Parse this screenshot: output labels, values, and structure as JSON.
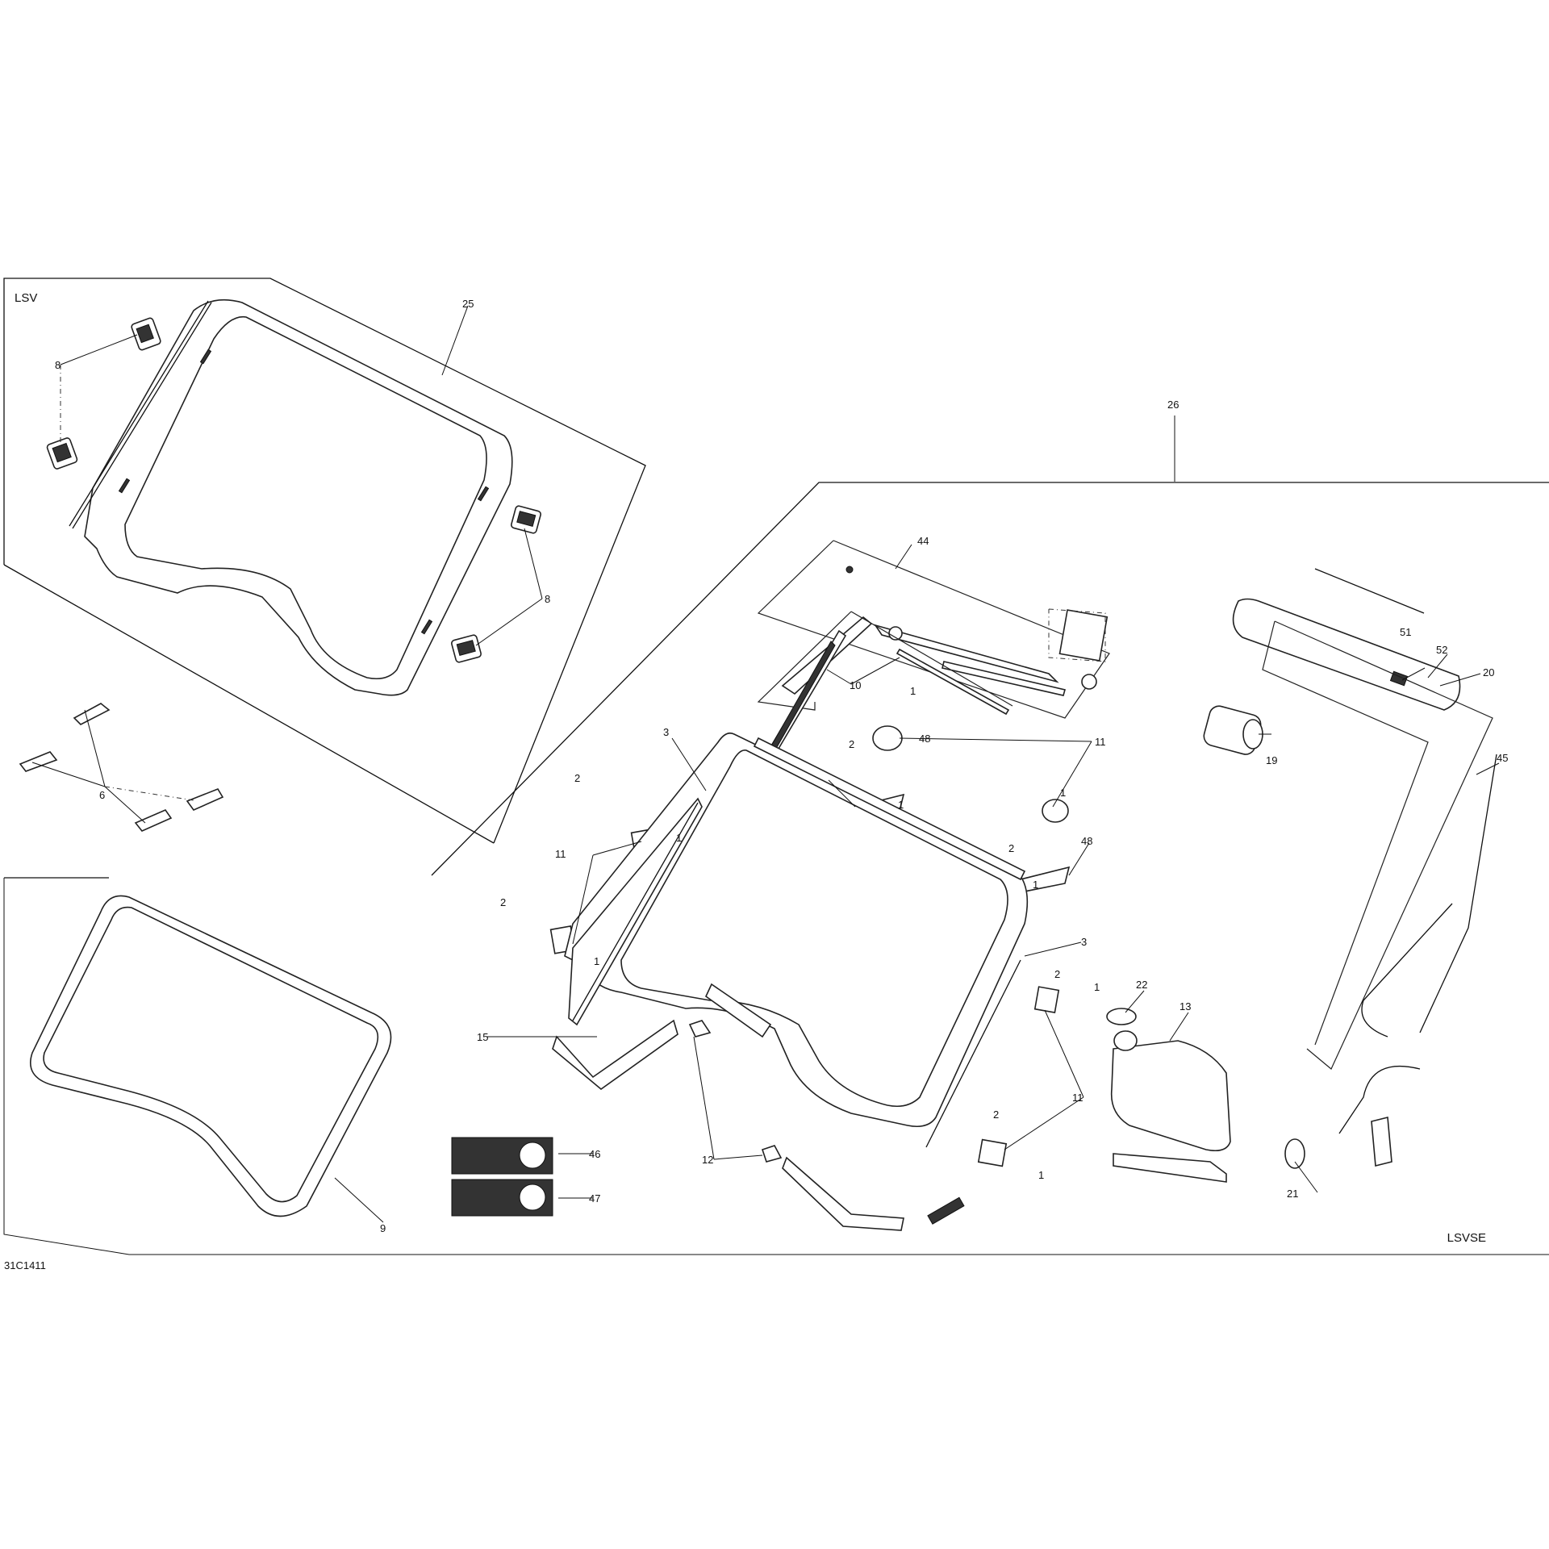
{
  "diagram_code": "31C1411",
  "section_labels": {
    "top_left": "LSV",
    "bottom_right": "LSVSE"
  },
  "callouts": [
    "25",
    "26",
    "8",
    "6",
    "9",
    "44",
    "10",
    "11",
    "2",
    "1",
    "48",
    "3",
    "15",
    "12",
    "46",
    "47",
    "19",
    "20",
    "51",
    "52",
    "45",
    "22",
    "13",
    "21"
  ]
}
